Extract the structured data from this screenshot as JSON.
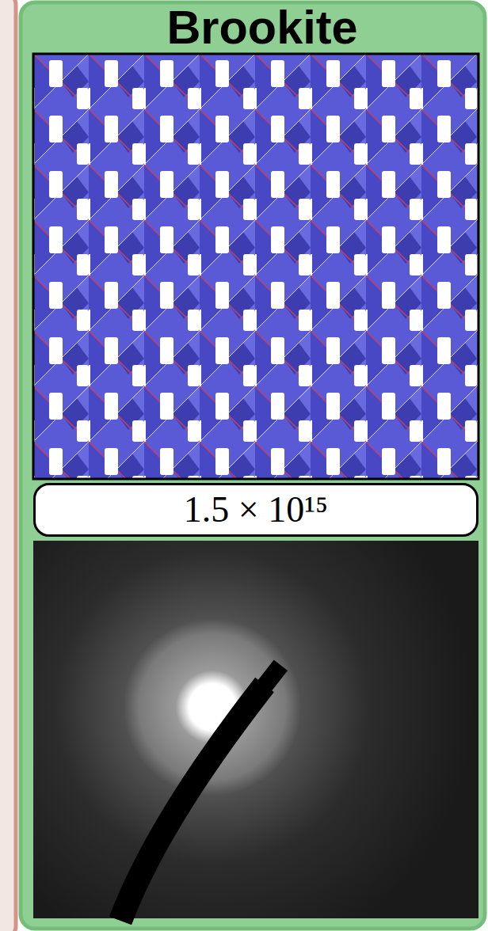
{
  "diagram": {
    "nodes": [
      {
        "text": [
          "Brookite"
        ]
      },
      {
        "text": [
          "1.5 × 10¹⁵"
        ],
        "in": 0
      }
    ]
  }
}
